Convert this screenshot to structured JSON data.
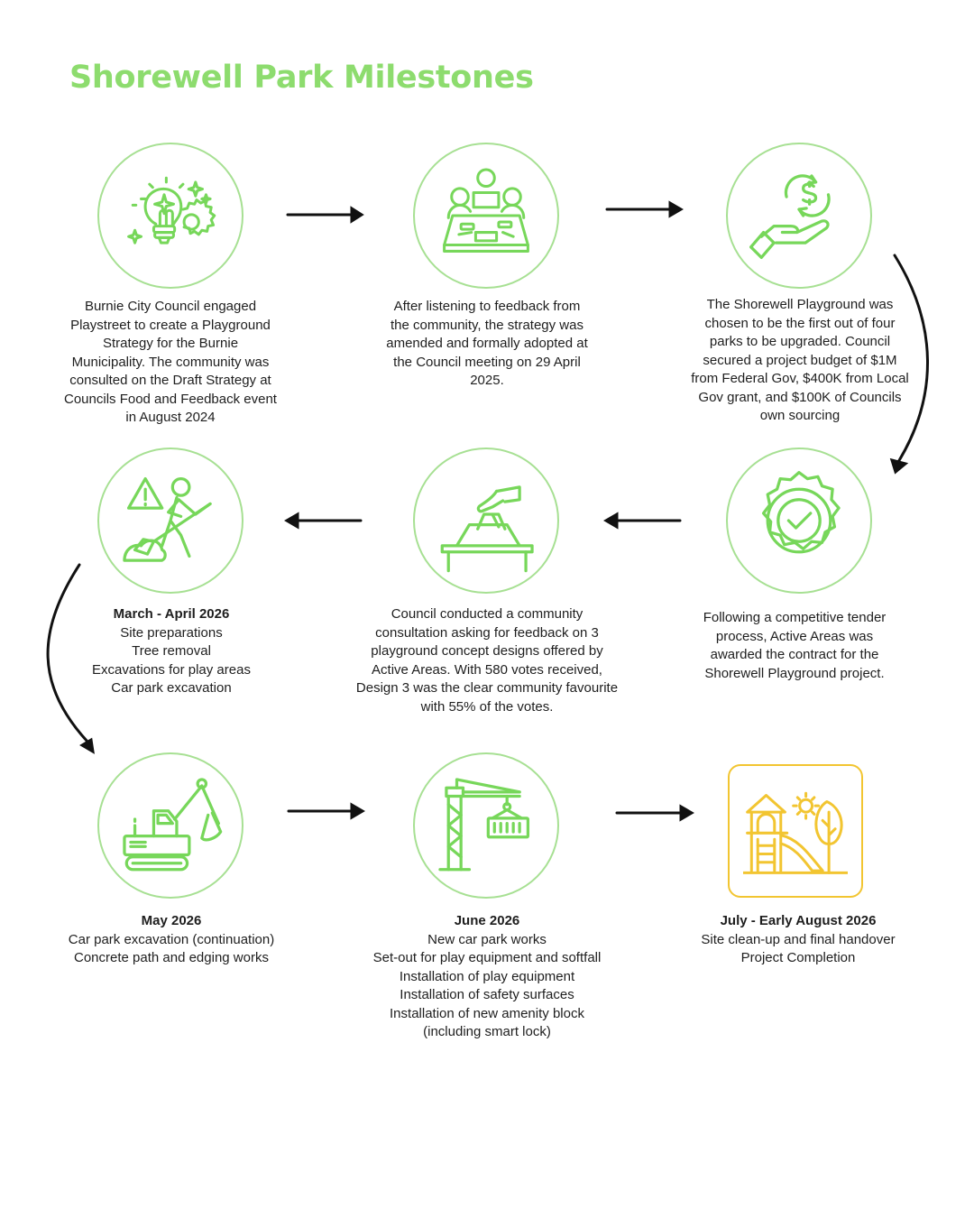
{
  "title": "Shorewell Park Milestones",
  "colors": {
    "title": "#8ddc6e",
    "icon_green": "#77d75a",
    "circle_border": "#a7e093",
    "final_icon": "#f2c531",
    "arrow": "#111111"
  },
  "steps": [
    {
      "icon": "lightbulb-gear-icon",
      "lines": [
        "Burnie City Council engaged",
        "Playstreet to create a Playground",
        "Strategy for the Burnie",
        "Municipality. The   community was",
        "consulted on the Draft Strategy at",
        "Councils Food and Feedback event",
        "in August 2024"
      ]
    },
    {
      "icon": "meeting-table-icon",
      "lines": [
        "After listening to feedback from",
        "the community, the strategy was",
        "amended and formally adopted at",
        "the Council meeting on 29 April",
        "2025."
      ]
    },
    {
      "icon": "hand-money-icon",
      "lines": [
        "The Shorewell Playground was",
        "chosen to be the first out of four",
        "parks to be upgraded. Council",
        "secured a project budget of $1M",
        "from Federal Gov, $400K from Local",
        "Gov grant, and $100K of Councils",
        "own sourcing"
      ]
    },
    {
      "icon": "approved-badge-icon",
      "lines": [
        "Following a competitive tender",
        "process, Active Areas was",
        "awarded the contract for the",
        "Shorewell Playground project."
      ]
    },
    {
      "icon": "ballot-box-icon",
      "lines": [
        "Council conducted a community",
        "consultation asking for feedback on 3",
        "playground concept designs offered by",
        "Active Areas. With 580 votes received,",
        "Design 3 was the clear community favourite",
        "with 55% of the votes."
      ]
    },
    {
      "icon": "construction-worker-icon",
      "date": "March - April 2026",
      "lines": [
        "Site preparations",
        "Tree removal",
        "Excavations for play areas",
        "Car park excavation"
      ]
    },
    {
      "icon": "excavator-icon",
      "date": "May 2026",
      "lines": [
        "Car park excavation (continuation)",
        "Concrete path and edging works"
      ]
    },
    {
      "icon": "tower-crane-icon",
      "date": "June 2026",
      "lines": [
        "New car park works",
        "Set-out for play equipment and softfall",
        "Installation of play equipment",
        "Installation of safety surfaces",
        "Installation of new amenity block",
        "(including smart lock)"
      ]
    },
    {
      "icon": "playground-icon",
      "date": "July - Early August 2026",
      "lines": [
        "Site clean-up and final handover",
        "Project Completion"
      ]
    }
  ]
}
